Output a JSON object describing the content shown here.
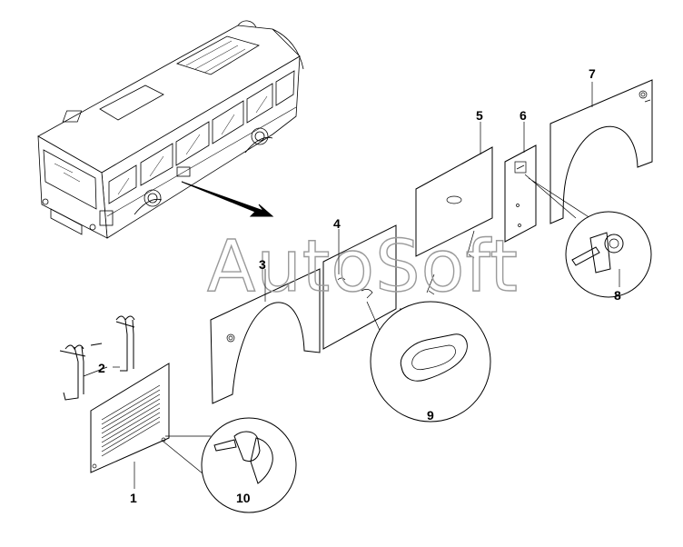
{
  "watermark": "AutoSoft",
  "callouts": {
    "c1": "1",
    "c2": "2",
    "c3": "3",
    "c4": "4",
    "c5": "5",
    "c6": "6",
    "c7": "7",
    "c8": "8",
    "c9": "9",
    "c10": "10"
  }
}
